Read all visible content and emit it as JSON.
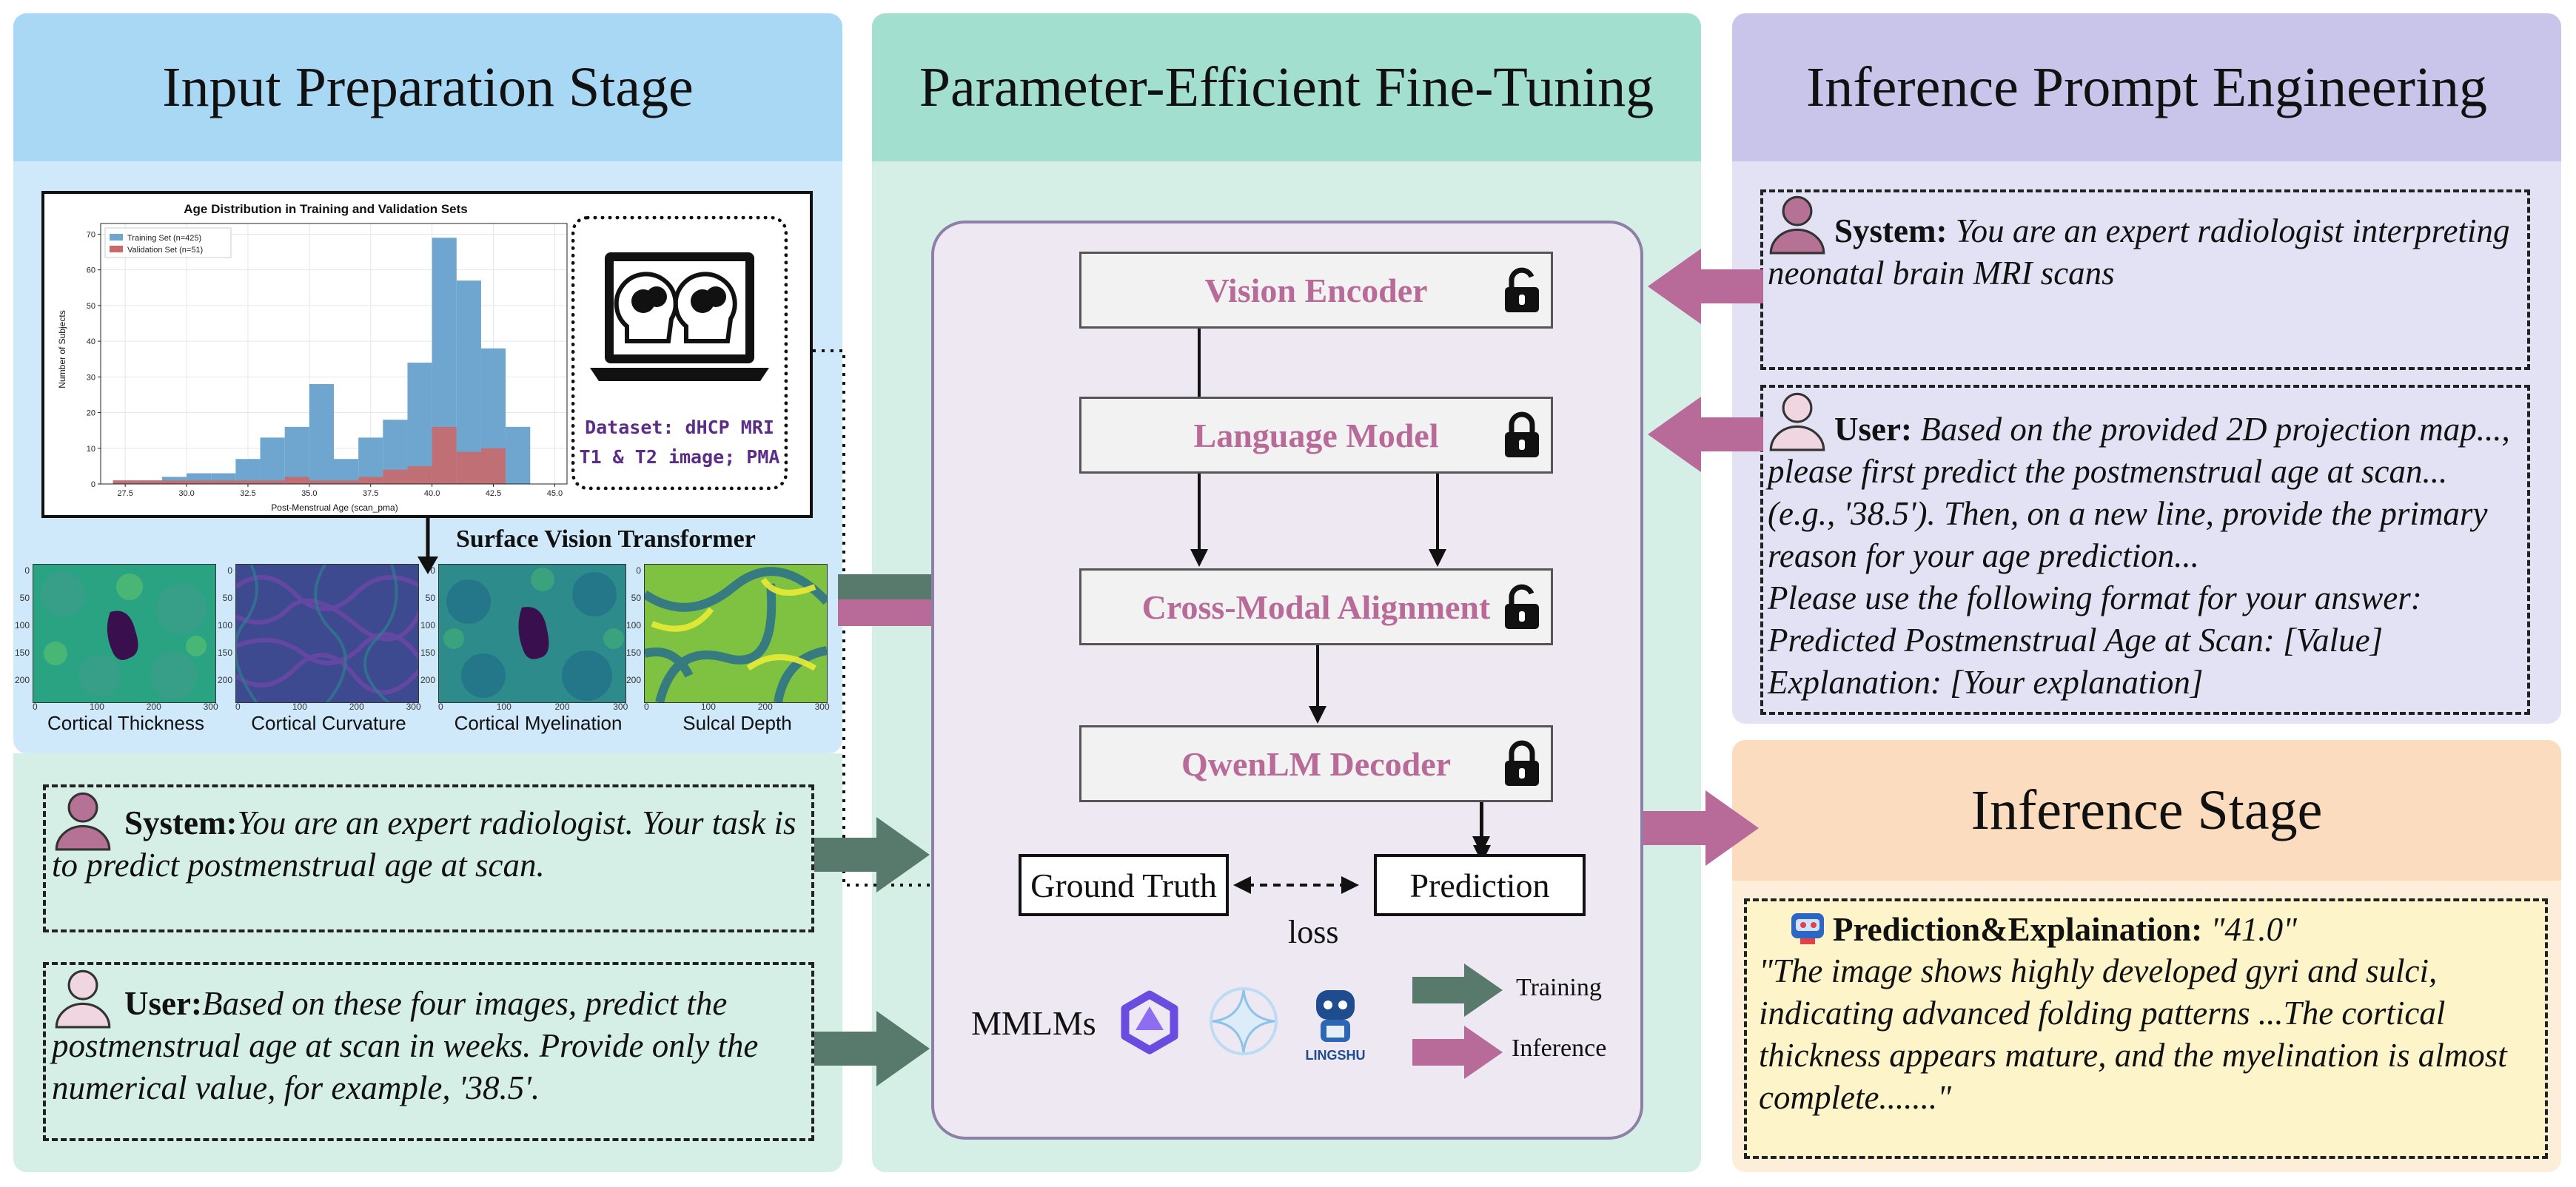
{
  "panels": {
    "input_prep": {
      "title": "Input Preparation Stage",
      "head_color": "#a9d8f5",
      "body_color": "#cfe9fb"
    },
    "peft": {
      "title": "Parameter-Efficient Fine-Tuning",
      "head_color": "#a3dfcf",
      "body_color": "#d5efe6"
    },
    "prompt_eng": {
      "title": "Inference Prompt Engineering",
      "head_color": "#c9c5ea",
      "body_color": "#e3e1f4"
    },
    "inference": {
      "title": "Inference Stage",
      "head_color": "#fbdcbf",
      "body_color": "#fdeed9"
    }
  },
  "histogram": {
    "chart_data": {
      "type": "bar",
      "title": "Age Distribution in Training and Validation Sets",
      "xlabel": "Post-Menstrual Age (scan_pma)",
      "ylabel": "Number of Subjects",
      "xlim": [
        26.5,
        45.5
      ],
      "ylim": [
        0,
        73
      ],
      "xticks": [
        "27.5",
        "30.0",
        "32.5",
        "35.0",
        "37.5",
        "40.0",
        "42.5",
        "45.0"
      ],
      "yticks": [
        "0",
        "10",
        "20",
        "30",
        "40",
        "50",
        "60",
        "70"
      ],
      "bin_edges": [
        27,
        28,
        29,
        30,
        31,
        32,
        33,
        34,
        35,
        36,
        37,
        38,
        39,
        40,
        41,
        42,
        43,
        44
      ],
      "series": [
        {
          "name": "Training Set (n=425)",
          "color": "#6fa6cf",
          "values": [
            1,
            1,
            2,
            3,
            3,
            7,
            13,
            16,
            28,
            7,
            13,
            18,
            34,
            69,
            57,
            38,
            16
          ]
        },
        {
          "name": "Validation Set (n=51)",
          "color": "#c96a6a",
          "values": [
            1,
            1,
            1,
            1,
            1,
            1,
            1,
            2,
            1,
            1,
            2,
            4,
            5,
            16,
            9,
            10,
            0
          ]
        }
      ],
      "legend": "top-left"
    }
  },
  "dataset": {
    "line1": "Dataset: dHCP MRI",
    "line2": "T1 & T2 image; PMA",
    "color": "#5b2d86"
  },
  "svt_label": "Surface Vision Transformer",
  "maps": {
    "labels": [
      "Cortical Thickness",
      "Cortical Curvature",
      "Cortical Myelination",
      "Sulcal Depth"
    ],
    "yticks": [
      "0",
      "50",
      "100",
      "150",
      "200"
    ],
    "xticks": [
      "0",
      "100",
      "200",
      "300"
    ]
  },
  "train_prompt": {
    "system_label": "System:",
    "system_text": "You are an expert radiologist. Your task is to predict postmenstrual age at scan.",
    "user_label": "User:",
    "user_text": "Based on these four images, predict the postmenstrual age at scan in weeks. Provide only the numerical value, for example, '38.5'."
  },
  "modules": {
    "vision_encoder": "Vision Encoder",
    "language_model": "Language Model",
    "cross_modal": "Cross-Modal Alignment",
    "decoder": "QwenLM Decoder"
  },
  "ground_truth": "Ground Truth",
  "prediction": "Prediction",
  "loss": "loss",
  "mmlms": {
    "label": "MMLMs",
    "lingshu": "LINGSHU"
  },
  "arrow_legend": {
    "training": "Training",
    "inference": "Inference",
    "training_color": "#587a6d",
    "inference_color": "#b86a98"
  },
  "inference_prompt": {
    "system_label": "System:",
    "system_text": "You are an expert radiologist interpreting neonatal brain MRI scans",
    "user_label": "User:",
    "user_text": "Based on the provided 2D projection map..., please first predict the postmenstrual age at scan... (e.g., '38.5'). Then, on a new line, provide the primary reason for your age prediction...",
    "format_line1": "Please use the following format for your answer:",
    "format_line2": "Predicted Postmenstrual Age at Scan: [Value]",
    "format_line3": "Explanation: [Your explanation]"
  },
  "output": {
    "label": "Prediction&Explaination:",
    "value": "\"41.0\"",
    "text": "\"The image shows highly developed gyri and sulci, indicating advanced folding patterns ...The cortical thickness appears mature, and the myelination is almost complete.......\""
  }
}
